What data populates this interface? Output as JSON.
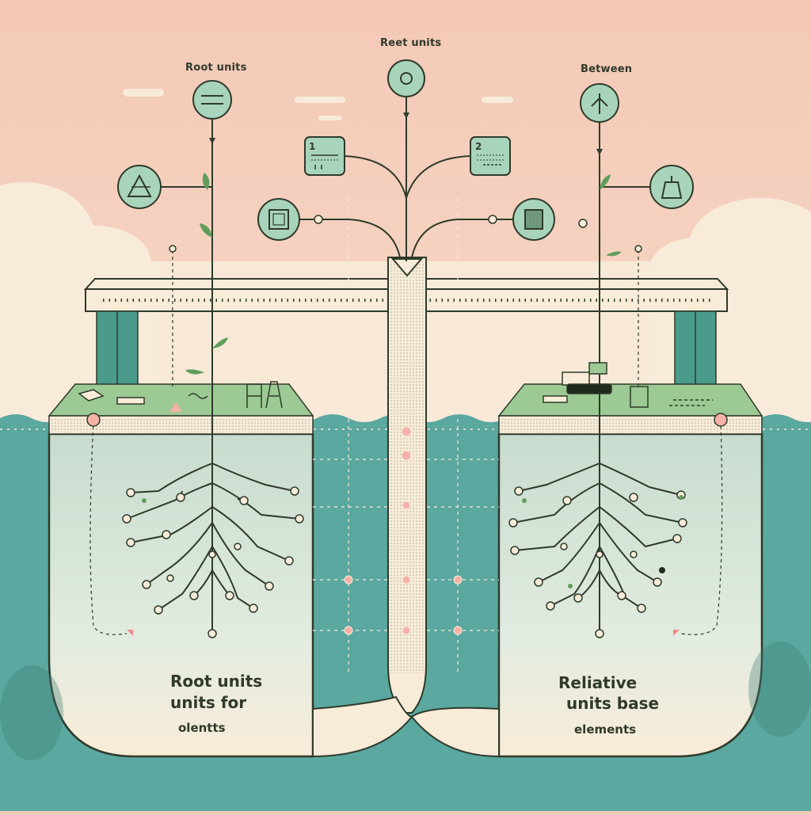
{
  "labels": {
    "top_left": "Root units",
    "top_center": "Reet units",
    "top_right": "Between"
  },
  "left_block": {
    "line1": "Root units",
    "line2": "units for",
    "line3": "olentts"
  },
  "right_block": {
    "line1": "Reliative",
    "line2": "units base",
    "line3": "elements"
  },
  "icons": {
    "top_left": "equals-icon",
    "top_center": "circle-icon",
    "top_right": "arrow-up-icon",
    "left_upper": "triangle-icon",
    "left_mid": "square-icon",
    "right_upper": "bag-icon",
    "right_mid": "square-icon",
    "card_left": "numbered-card-1",
    "card_right": "numbered-card-2"
  },
  "card_numbers": {
    "left": "1",
    "right": "2"
  },
  "colors": {
    "sky": "#f3cbb8",
    "water": "#5aa8a0",
    "block": "#cfe0d6",
    "grass": "#9cc994",
    "cream": "#f8ecd9",
    "line": "#2f3a2a",
    "node": "#a9d4bc",
    "accent": "#f08b8b"
  }
}
